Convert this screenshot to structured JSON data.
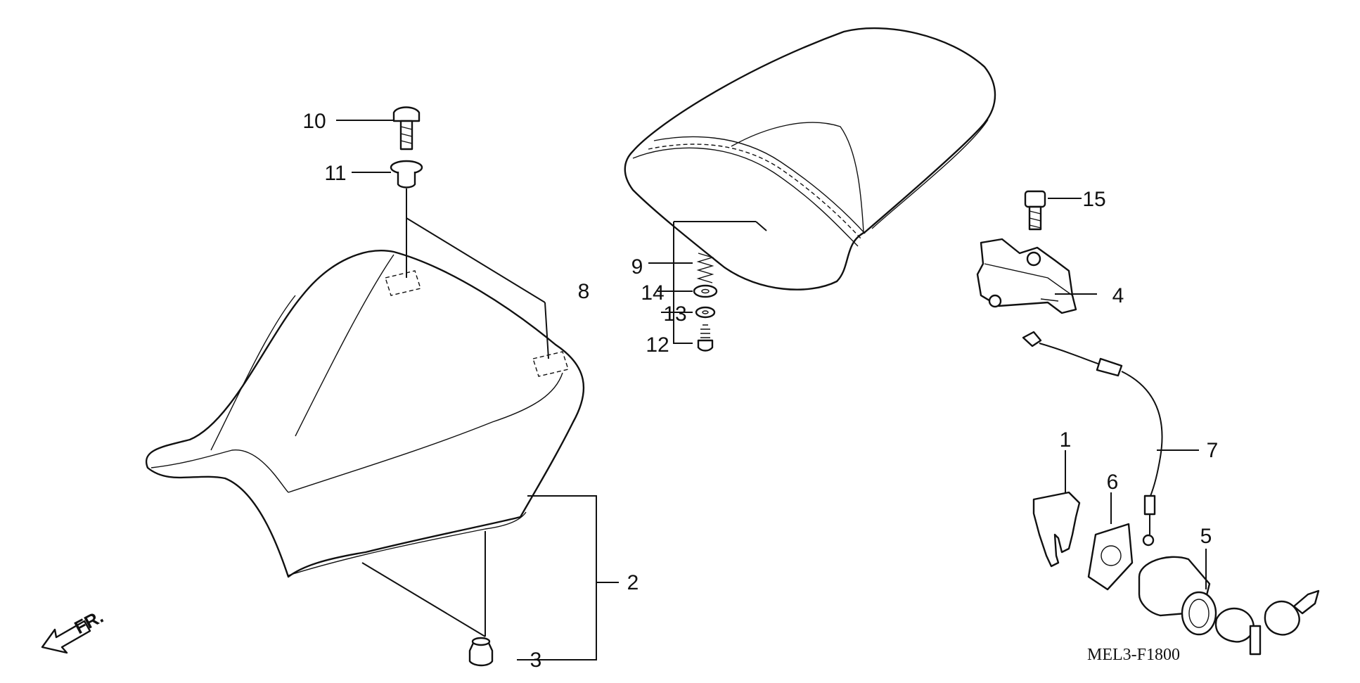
{
  "diagram": {
    "part_code": "MEL3-F1800",
    "direction_label": "FR.",
    "callouts": [
      {
        "id": "c1",
        "label": "1"
      },
      {
        "id": "c2",
        "label": "2"
      },
      {
        "id": "c3",
        "label": "3"
      },
      {
        "id": "c4",
        "label": "4"
      },
      {
        "id": "c5",
        "label": "5"
      },
      {
        "id": "c6",
        "label": "6"
      },
      {
        "id": "c7",
        "label": "7"
      },
      {
        "id": "c8",
        "label": "8"
      },
      {
        "id": "c9",
        "label": "9"
      },
      {
        "id": "c10",
        "label": "10"
      },
      {
        "id": "c11",
        "label": "11"
      },
      {
        "id": "c12",
        "label": "12"
      },
      {
        "id": "c13",
        "label": "13"
      },
      {
        "id": "c14",
        "label": "14"
      },
      {
        "id": "c15",
        "label": "15"
      }
    ]
  }
}
